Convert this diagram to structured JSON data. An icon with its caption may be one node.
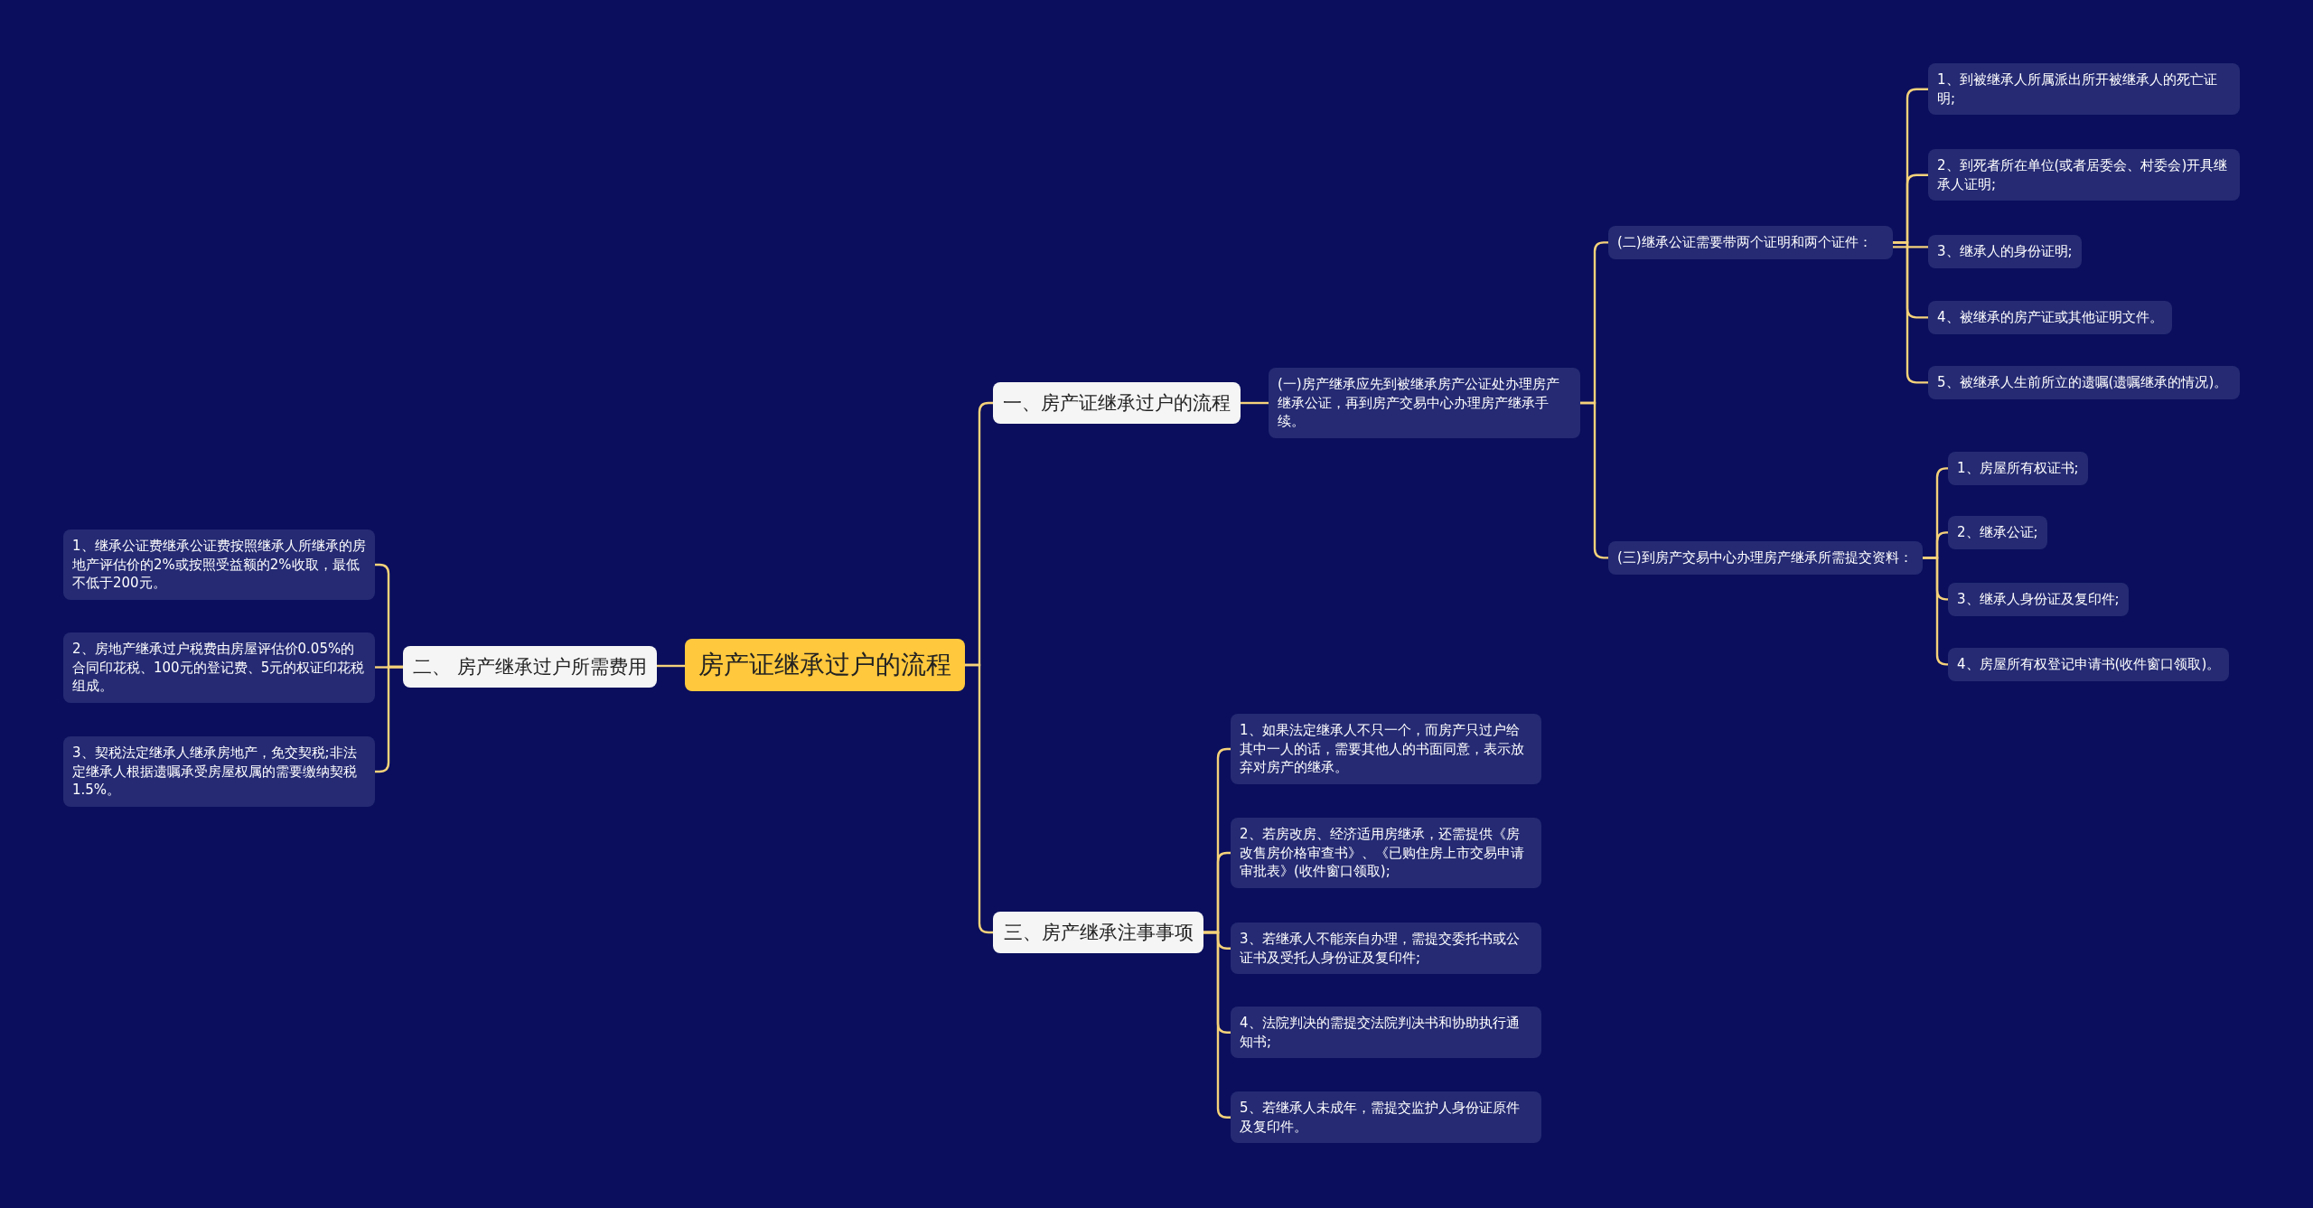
{
  "diagram": {
    "nodes": [
      {
        "text": [
          "房产证继承过户的流程"
        ]
      },
      {
        "text": [
          "一、房产证继承过户的流程"
        ]
      },
      {
        "text": [
          "(一)房产继承应先到被继承房产公证处办理房产继承公证，再到房产交易中心办理房产继承手续。"
        ]
      },
      {
        "text": [
          "(二)继承公证需要带两个证明和两个证件："
        ]
      },
      {
        "text": [
          "1、到被继承人所属派出所开被继承人的死亡证明;"
        ]
      },
      {
        "text": [
          "2、到死者所在单位(或者居委会、村委会)开具继承人证明;"
        ]
      },
      {
        "text": [
          "3、继承人的身份证明;"
        ]
      },
      {
        "text": [
          "4、被继承的房产证或其他证明文件。"
        ]
      },
      {
        "text": [
          "5、被继承人生前所立的遗嘱(遗嘱继承的情况)。"
        ]
      },
      {
        "text": [
          "(三)到房产交易中心办理房产继承所需提交资料："
        ]
      },
      {
        "text": [
          "1、房屋所有权证书;"
        ]
      },
      {
        "text": [
          "2、继承公证;"
        ]
      },
      {
        "text": [
          "3、继承人身份证及复印件;"
        ]
      },
      {
        "text": [
          "4、房屋所有权登记申请书(收件窗口领取)。"
        ]
      },
      {
        "text": [
          "三、房产继承注事事项"
        ]
      },
      {
        "text": [
          "1、如果法定继承人不只一个，而房产只过户给其中一人的话，需要其他人的书面同意，表示放弃对房产的继承。"
        ]
      },
      {
        "text": [
          "2、若房改房、经济适用房继承，还需提供《房改售房价格审查书》、《已购住房上市交易申请审批表》(收件窗口领取);"
        ]
      },
      {
        "text": [
          "3、若继承人不能亲自办理，需提交委托书或公证书及受托人身份证及复印件;"
        ]
      },
      {
        "text": [
          "4、法院判决的需提交法院判决书和协助执行通知书;"
        ]
      },
      {
        "text": [
          "5、若继承人未成年，需提交监护人身份证原件及复印件。"
        ]
      },
      {
        "text": [
          "二、 房产继承过户所需费用"
        ]
      },
      {
        "text": [
          "1、继承公证费继承公证费按照继承人所继承的房地产评估价的2%或按照受益额的2%收取，最低不低于200元。"
        ]
      },
      {
        "text": [
          "2、房地产继承过户税费由房屋评估价0.05%的合同印花税、100元的登记费、5元的权证印花税组成。"
        ]
      },
      {
        "text": [
          "3、契税法定继承人继承房地产，免交契税;非法定继承人根据遗嘱承受房屋权属的需要缴纳契税1.5%。"
        ]
      }
    ],
    "edges": [
      {
        "from": 0,
        "to": 1,
        "arrow": "none"
      },
      {
        "from": 1,
        "to": 2,
        "arrow": "none"
      },
      {
        "from": 2,
        "to": 3,
        "arrow": "none"
      },
      {
        "from": 3,
        "to": 4,
        "arrow": "none"
      },
      {
        "from": 3,
        "to": 5,
        "arrow": "none"
      },
      {
        "from": 3,
        "to": 6,
        "arrow": "none"
      },
      {
        "from": 3,
        "to": 7,
        "arrow": "none"
      },
      {
        "from": 3,
        "to": 8,
        "arrow": "none"
      },
      {
        "from": 2,
        "to": 9,
        "arrow": "none"
      },
      {
        "from": 9,
        "to": 10,
        "arrow": "none"
      },
      {
        "from": 9,
        "to": 11,
        "arrow": "none"
      },
      {
        "from": 9,
        "to": 12,
        "arrow": "none"
      },
      {
        "from": 9,
        "to": 13,
        "arrow": "none"
      },
      {
        "from": 0,
        "to": 14,
        "arrow": "none"
      },
      {
        "from": 14,
        "to": 15,
        "arrow": "none"
      },
      {
        "from": 14,
        "to": 16,
        "arrow": "none"
      },
      {
        "from": 14,
        "to": 17,
        "arrow": "none"
      },
      {
        "from": 14,
        "to": 18,
        "arrow": "none"
      },
      {
        "from": 14,
        "to": 19,
        "arrow": "none"
      },
      {
        "from": 0,
        "to": 20,
        "arrow": "none"
      },
      {
        "from": 20,
        "to": 21,
        "arrow": "none"
      },
      {
        "from": 20,
        "to": 22,
        "arrow": "none"
      },
      {
        "from": 20,
        "to": 23,
        "arrow": "none"
      }
    ]
  }
}
